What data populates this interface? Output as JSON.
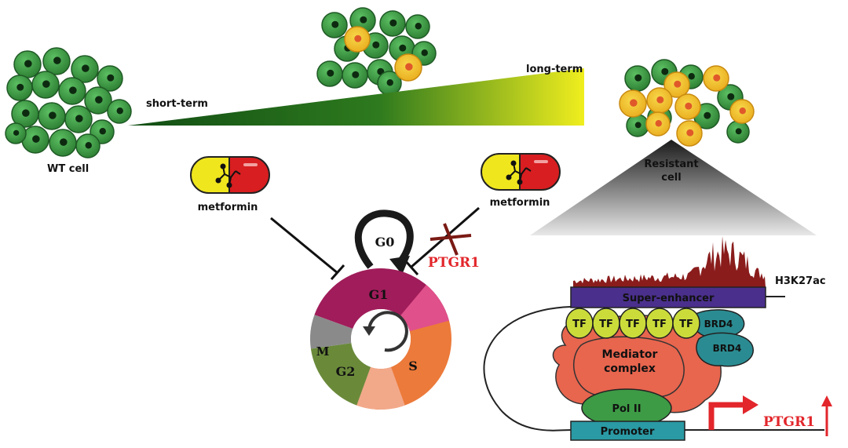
{
  "labels": {
    "wt_cell": "WT cell",
    "short_term": "short-term",
    "long_term": "long-term",
    "resistant_cell_line1": "Resistant",
    "resistant_cell_line2": "cell",
    "metformin_left": "metformin",
    "metformin_right": "metformin",
    "ptgr1_blocked": "PTGR1",
    "g0": "G0",
    "g1": "G1",
    "s": "S",
    "g2": "G2",
    "m": "M",
    "h3k27ac": "H3K27ac",
    "super_enhancer": "Super-enhancer",
    "tf": "TF",
    "brd4_top": "BRD4",
    "brd4_bottom": "BRD4",
    "mediator_line1": "Mediator",
    "mediator_line2": "complex",
    "pol2": "Pol II",
    "promoter": "Promoter",
    "ptgr1_expression": "PTGR1"
  },
  "colors": {
    "cell_green": "#3f9a45",
    "cell_dark": "#1f5a25",
    "resistant_yellow": "#f2c31b",
    "resistant_core": "#e0582a",
    "gradient_dark": "#1c5a1c",
    "gradient_light": "#ecec1f",
    "pill_yellow": "#f0e61e",
    "pill_red": "#d81e20",
    "ptgr1_red": "#e2262b",
    "blocked_x": "#7a1a14",
    "h3k27ac": "#8a1c1c",
    "super_enhancer": "#4a2f8c",
    "tf": "#cbdc3a",
    "brd4": "#2a8c92",
    "mediator": "#e8654e",
    "pol2": "#3d9a45",
    "promoter": "#2a9aa4"
  },
  "icons": {
    "cycle": "circular-arrow-icon",
    "expression_arrow": "up-arrow-icon",
    "promoter_arrow": "bent-arrow-icon"
  }
}
